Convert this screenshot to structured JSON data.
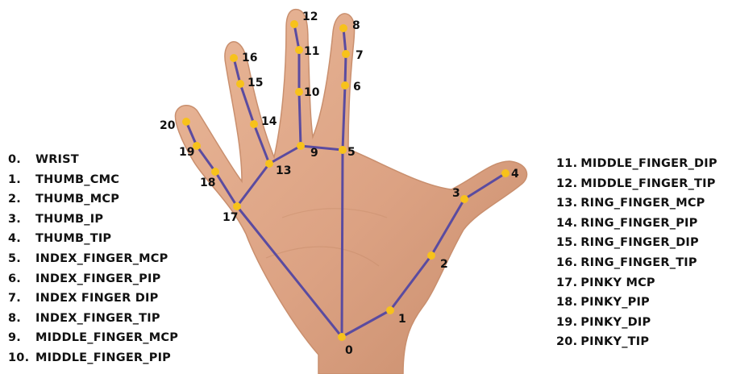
{
  "landmarks_left": [
    {
      "num": "0.",
      "name": "WRIST"
    },
    {
      "num": "1.",
      "name": "THUMB_CMC"
    },
    {
      "num": "2.",
      "name": "THUMB_MCP"
    },
    {
      "num": "3.",
      "name": "THUMB_IP"
    },
    {
      "num": "4.",
      "name": "THUMB_TIP"
    },
    {
      "num": "5.",
      "name": "INDEX_FINGER_MCP"
    },
    {
      "num": "6.",
      "name": "INDEX_FINGER_PIP"
    },
    {
      "num": "7.",
      "name": "INDEX FINGER DIP"
    },
    {
      "num": "8.",
      "name": "INDEX_FINGER_TIP"
    },
    {
      "num": "9.",
      "name": "MIDDLE_FINGER_MCP"
    },
    {
      "num": "10.",
      "name": "MIDDLE_FINGER_PIP"
    }
  ],
  "landmarks_right": [
    {
      "num": "11.",
      "name": "MIDDLE_FINGER_DIP"
    },
    {
      "num": "12.",
      "name": "MIDDLE_FINGER_TIP"
    },
    {
      "num": "13.",
      "name": "RING_FINGER_MCP"
    },
    {
      "num": "14.",
      "name": "RING_FINGER_PIP"
    },
    {
      "num": "15.",
      "name": "RING_FINGER_DIP"
    },
    {
      "num": "16.",
      "name": "RING_FINGER_TIP"
    },
    {
      "num": "17.",
      "name": "PINKY MCP"
    },
    {
      "num": "18.",
      "name": "PINKY_PIP"
    },
    {
      "num": "19.",
      "name": "PINKY_DIP"
    },
    {
      "num": "20.",
      "name": "PINKY_TIP"
    }
  ],
  "point_labels": [
    "0",
    "1",
    "2",
    "3",
    "4",
    "5",
    "6",
    "7",
    "8",
    "9",
    "10",
    "11",
    "12",
    "13",
    "14",
    "15",
    "16",
    "17",
    "18",
    "19",
    "20"
  ],
  "colors": {
    "skeleton": "#5a4ba0",
    "joint": "#f7c21b",
    "skin": "#e2aa88",
    "skin_shadow": "#c98f6e"
  }
}
